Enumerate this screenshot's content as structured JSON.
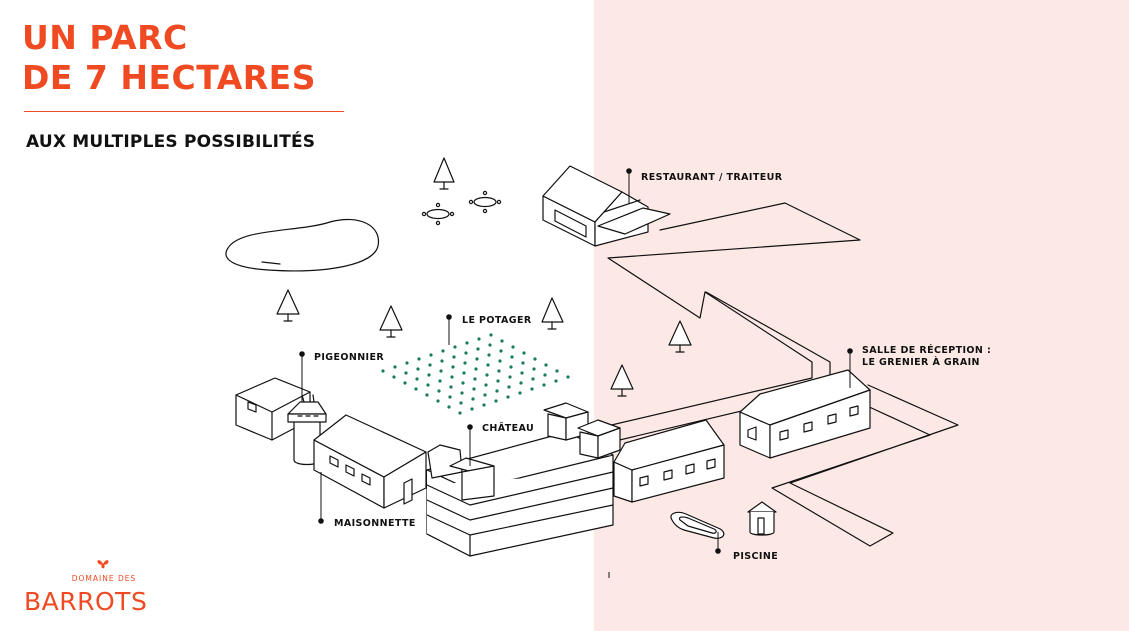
{
  "title": {
    "line1": "UN PARC",
    "line2": "DE 7 HECTARES"
  },
  "subtitle": "AUX MULTIPLES POSSIBILITÉS",
  "labels": {
    "restaurant": "RESTAURANT / TRAITEUR",
    "potager": "LE POTAGER",
    "pigeonnier": "PIGEONNIER",
    "chateau": "CHÂTEAU",
    "salle_line1": "SALLE DE RÉCEPTION :",
    "salle_line2": "LE GRENIER À GRAIN",
    "maisonnette": "MAISONNETTE",
    "piscine": "PISCINE"
  },
  "logo": {
    "top": "DOMAINE DES",
    "main": "BARROTS",
    "icon": "bee-icon"
  },
  "colors": {
    "accent": "#f04a22",
    "panel": "#fce9e6",
    "garden": "#1a7a60",
    "ink": "#111111"
  }
}
